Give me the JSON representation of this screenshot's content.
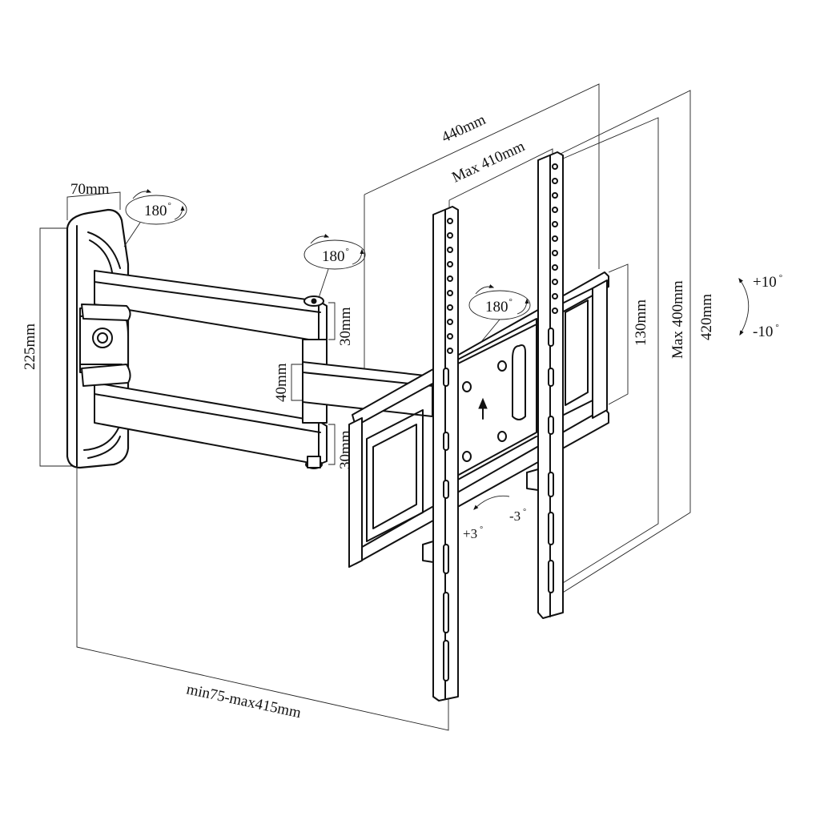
{
  "labels": {
    "width_440": "440mm",
    "max_410": "Max 410mm",
    "height_420": "420mm",
    "max_400": "Max 400mm",
    "d_130": "130mm",
    "d_70": "70mm",
    "d_225": "225mm",
    "d_40": "40mm",
    "d_30_top": "30mm",
    "d_30_bot": "30mm",
    "extension": "min75-max415mm",
    "rot_wall": "180",
    "rot_mid": "180",
    "rot_plate": "180",
    "tilt_up": "+10",
    "tilt_down": "-10",
    "level_plus": "+3",
    "level_minus": "-3",
    "degree": "°"
  },
  "colors": {
    "line": "#111111",
    "background": "#ffffff"
  }
}
